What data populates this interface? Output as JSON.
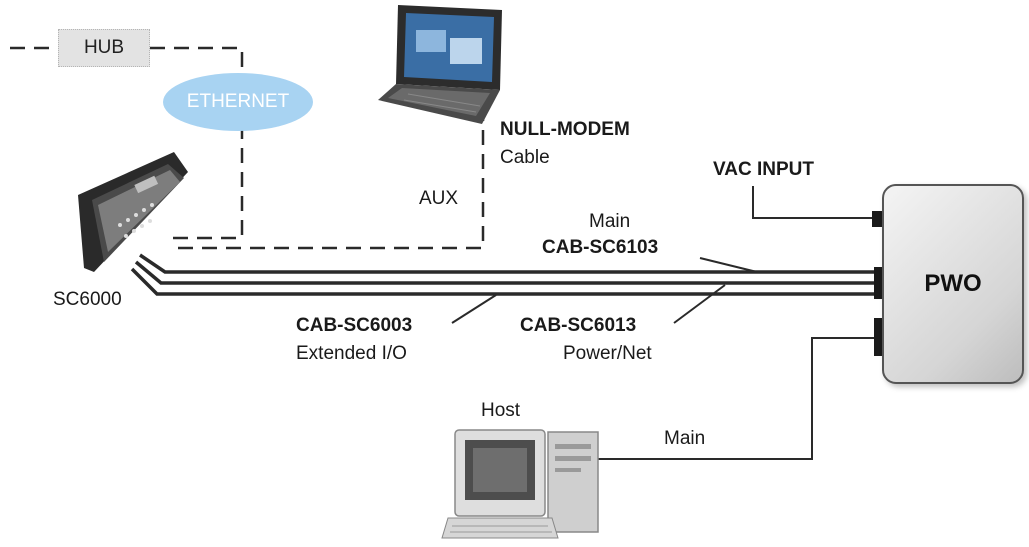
{
  "labels": {
    "hub": "HUB",
    "ethernet": "ETHERNET",
    "null_modem": "NULL-MODEM",
    "cable": "Cable",
    "vac_input": "VAC INPUT",
    "aux": "AUX",
    "main_top": "Main",
    "cab_sc6103": "CAB-SC6103",
    "pwo": "PWO",
    "sc6000": "SC6000",
    "cab_sc6003": "CAB-SC6003",
    "extended_io": "Extended I/O",
    "cab_sc6013": "CAB-SC6013",
    "power_net": "Power/Net",
    "host": "Host",
    "main_host": "Main"
  }
}
